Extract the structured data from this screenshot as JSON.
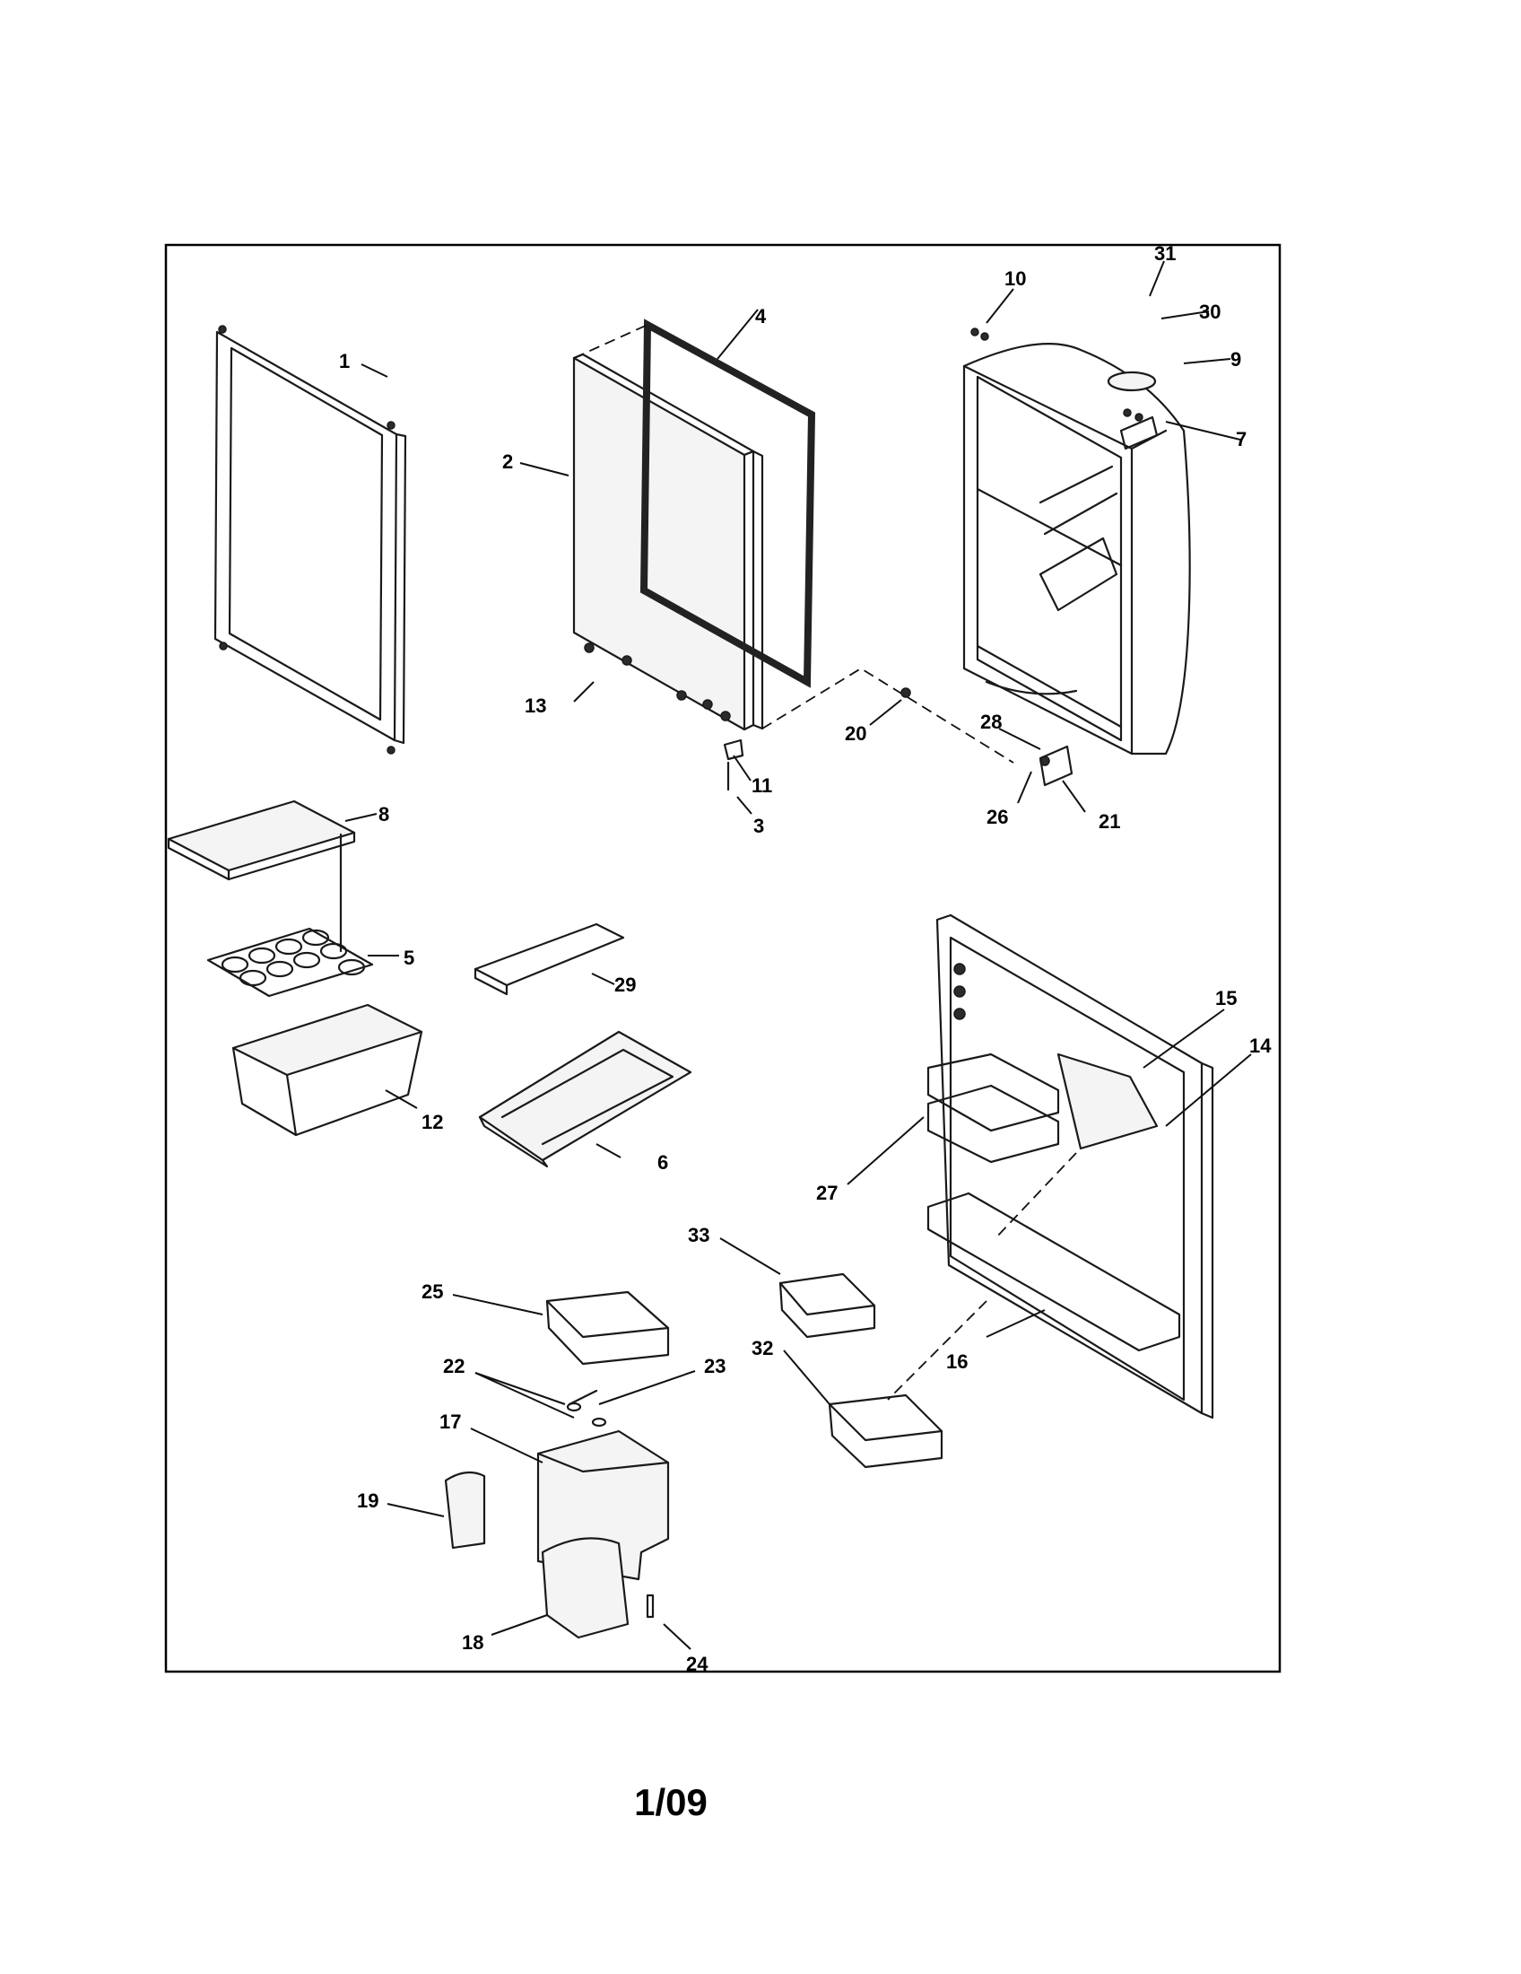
{
  "diagram": {
    "page_number": "1/09",
    "callouts": [
      {
        "id": "c1",
        "text": "1"
      },
      {
        "id": "c2",
        "text": "2"
      },
      {
        "id": "c3",
        "text": "3"
      },
      {
        "id": "c4",
        "text": "4"
      },
      {
        "id": "c5",
        "text": "5"
      },
      {
        "id": "c6",
        "text": "6"
      },
      {
        "id": "c7",
        "text": "7"
      },
      {
        "id": "c8",
        "text": "8"
      },
      {
        "id": "c9",
        "text": "9"
      },
      {
        "id": "c10",
        "text": "10"
      },
      {
        "id": "c11",
        "text": "11"
      },
      {
        "id": "c12",
        "text": "12"
      },
      {
        "id": "c13",
        "text": "13"
      },
      {
        "id": "c14",
        "text": "14"
      },
      {
        "id": "c15",
        "text": "15"
      },
      {
        "id": "c16",
        "text": "16"
      },
      {
        "id": "c17",
        "text": "17"
      },
      {
        "id": "c18",
        "text": "18"
      },
      {
        "id": "c19",
        "text": "19"
      },
      {
        "id": "c20",
        "text": "20"
      },
      {
        "id": "c21",
        "text": "21"
      },
      {
        "id": "c22",
        "text": "22"
      },
      {
        "id": "c23",
        "text": "23"
      },
      {
        "id": "c24",
        "text": "24"
      },
      {
        "id": "c25",
        "text": "25"
      },
      {
        "id": "c26",
        "text": "26"
      },
      {
        "id": "c27",
        "text": "27"
      },
      {
        "id": "c28",
        "text": "28"
      },
      {
        "id": "c29",
        "text": "29"
      },
      {
        "id": "c30",
        "text": "30"
      },
      {
        "id": "c31",
        "text": "31"
      },
      {
        "id": "c32",
        "text": "32"
      },
      {
        "id": "c33",
        "text": "33"
      }
    ]
  }
}
